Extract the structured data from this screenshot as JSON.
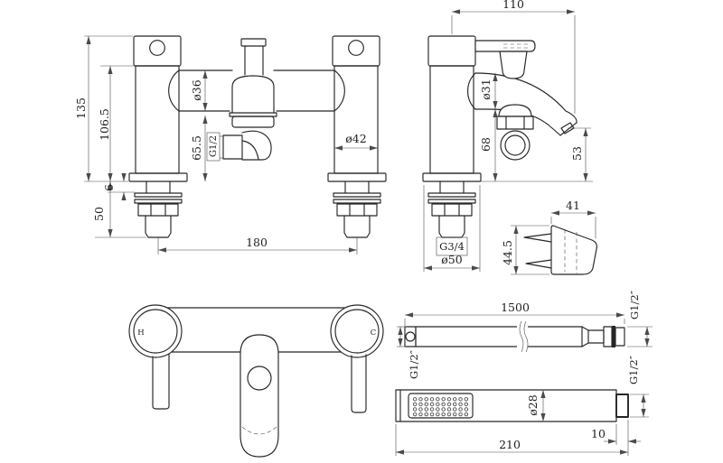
{
  "colors": {
    "line": "#262626",
    "dim_line": "#4a4a4a",
    "background": "#ffffff"
  },
  "front_view": {
    "dims": {
      "overall_height": "135",
      "body_height": "106.5",
      "body_diameter": "ø36",
      "outlet_height": "65.5",
      "outlet_thread": "G1/2",
      "pillar_diameter": "ø42",
      "plate_thickness": "6",
      "tail_length": "50",
      "tap_centres": "180"
    }
  },
  "side_view": {
    "dims": {
      "spout_reach": "110",
      "spout_diameter": "ø31",
      "outlet_height": "68",
      "spout_outlet_height": "53",
      "tail_thread": "G3/4",
      "base_diameter": "ø50"
    }
  },
  "wall_bracket": {
    "dims": {
      "width": "41",
      "height": "44.5"
    }
  },
  "top_view": {
    "labels": {
      "hot": "H",
      "cold": "C"
    }
  },
  "hose": {
    "dims": {
      "length": "1500",
      "outlet_thread": "G1/2″",
      "inlet_thread": "G1/2″"
    }
  },
  "handset": {
    "dims": {
      "head_diameter": "ø28",
      "thread": "G1/2″",
      "connector_length": "10",
      "length": "210"
    }
  }
}
